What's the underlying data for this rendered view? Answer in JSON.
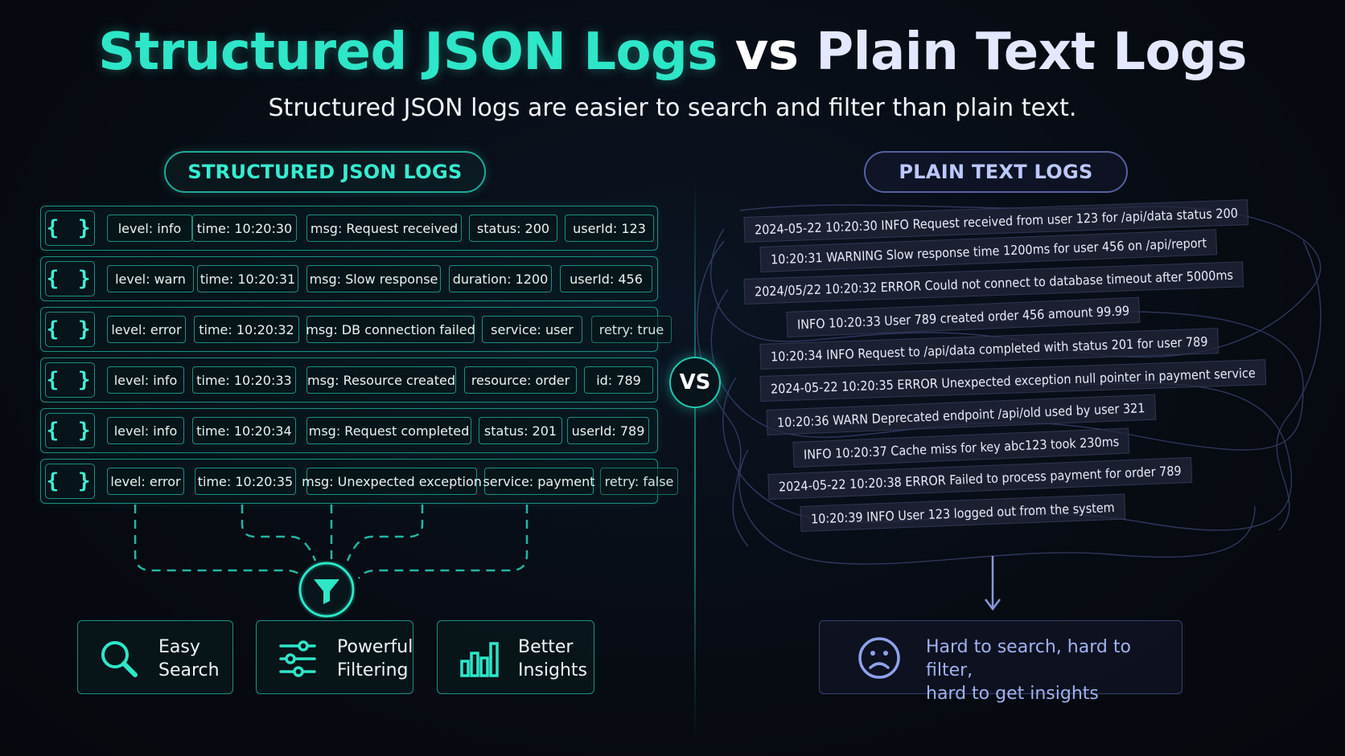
{
  "title": {
    "part1": "Structured JSON Logs",
    "part2": "vs",
    "part3": "Plain Text Logs"
  },
  "subtitle": "Structured JSON logs are easier to search and filter than plain text.",
  "left_header": "STRUCTURED JSON LOGS",
  "right_header": "PLAIN TEXT LOGS",
  "vs_label": "VS",
  "brace_icon_glyph": "{ }",
  "json_logs": [
    [
      "level: info",
      "time: 10:20:30",
      "msg: Request received",
      "status: 200",
      "userId: 123"
    ],
    [
      "level: warn",
      "time: 10:20:31",
      "msg: Slow response",
      "duration: 1200",
      "userId: 456"
    ],
    [
      "level: error",
      "time: 10:20:32",
      "msg: DB connection failed",
      "service: user",
      "retry: true"
    ],
    [
      "level: info",
      "time: 10:20:33",
      "msg: Resource created",
      "resource: order",
      "id: 789"
    ],
    [
      "level: info",
      "time: 10:20:34",
      "msg: Request completed",
      "status: 201",
      "userId: 789"
    ],
    [
      "level: error",
      "time: 10:20:35",
      "msg: Unexpected exception",
      "service: payment",
      "retry: false"
    ]
  ],
  "plain_logs": [
    "2024-05-22 10:20:30 INFO Request received from user 123 for /api/data status 200",
    "10:20:31 WARNING Slow response time 1200ms for user 456 on /api/report",
    "2024/05/22 10:20:32 ERROR Could not connect to database timeout after 5000ms",
    "INFO 10:20:33 User 789 created order 456 amount 99.99",
    "10:20:34 INFO Request to /api/data completed with status 201 for user 789",
    "2024-05-22 10:20:35 ERROR Unexpected exception null pointer in payment service",
    "10:20:36 WARN Deprecated endpoint /api/old used by user 321",
    "INFO 10:20:37 Cache miss for key abc123 took 230ms",
    "2024-05-22 10:20:38 ERROR Failed to process payment for order 789",
    "10:20:39 INFO User 123 logged out from the system"
  ],
  "features": [
    {
      "line1": "Easy",
      "line2": "Search",
      "icon": "search-icon"
    },
    {
      "line1": "Powerful",
      "line2": "Filtering",
      "icon": "sliders-icon"
    },
    {
      "line1": "Better",
      "line2": "Insights",
      "icon": "bar-chart-icon"
    }
  ],
  "outcome": {
    "line1": "Hard to search, hard to filter,",
    "line2": "hard to get insights",
    "icon": "sad-face-icon"
  },
  "colors": {
    "json_accent": "#2ee6c8",
    "plain_accent": "#9fb2f2",
    "background": "#070b12"
  }
}
